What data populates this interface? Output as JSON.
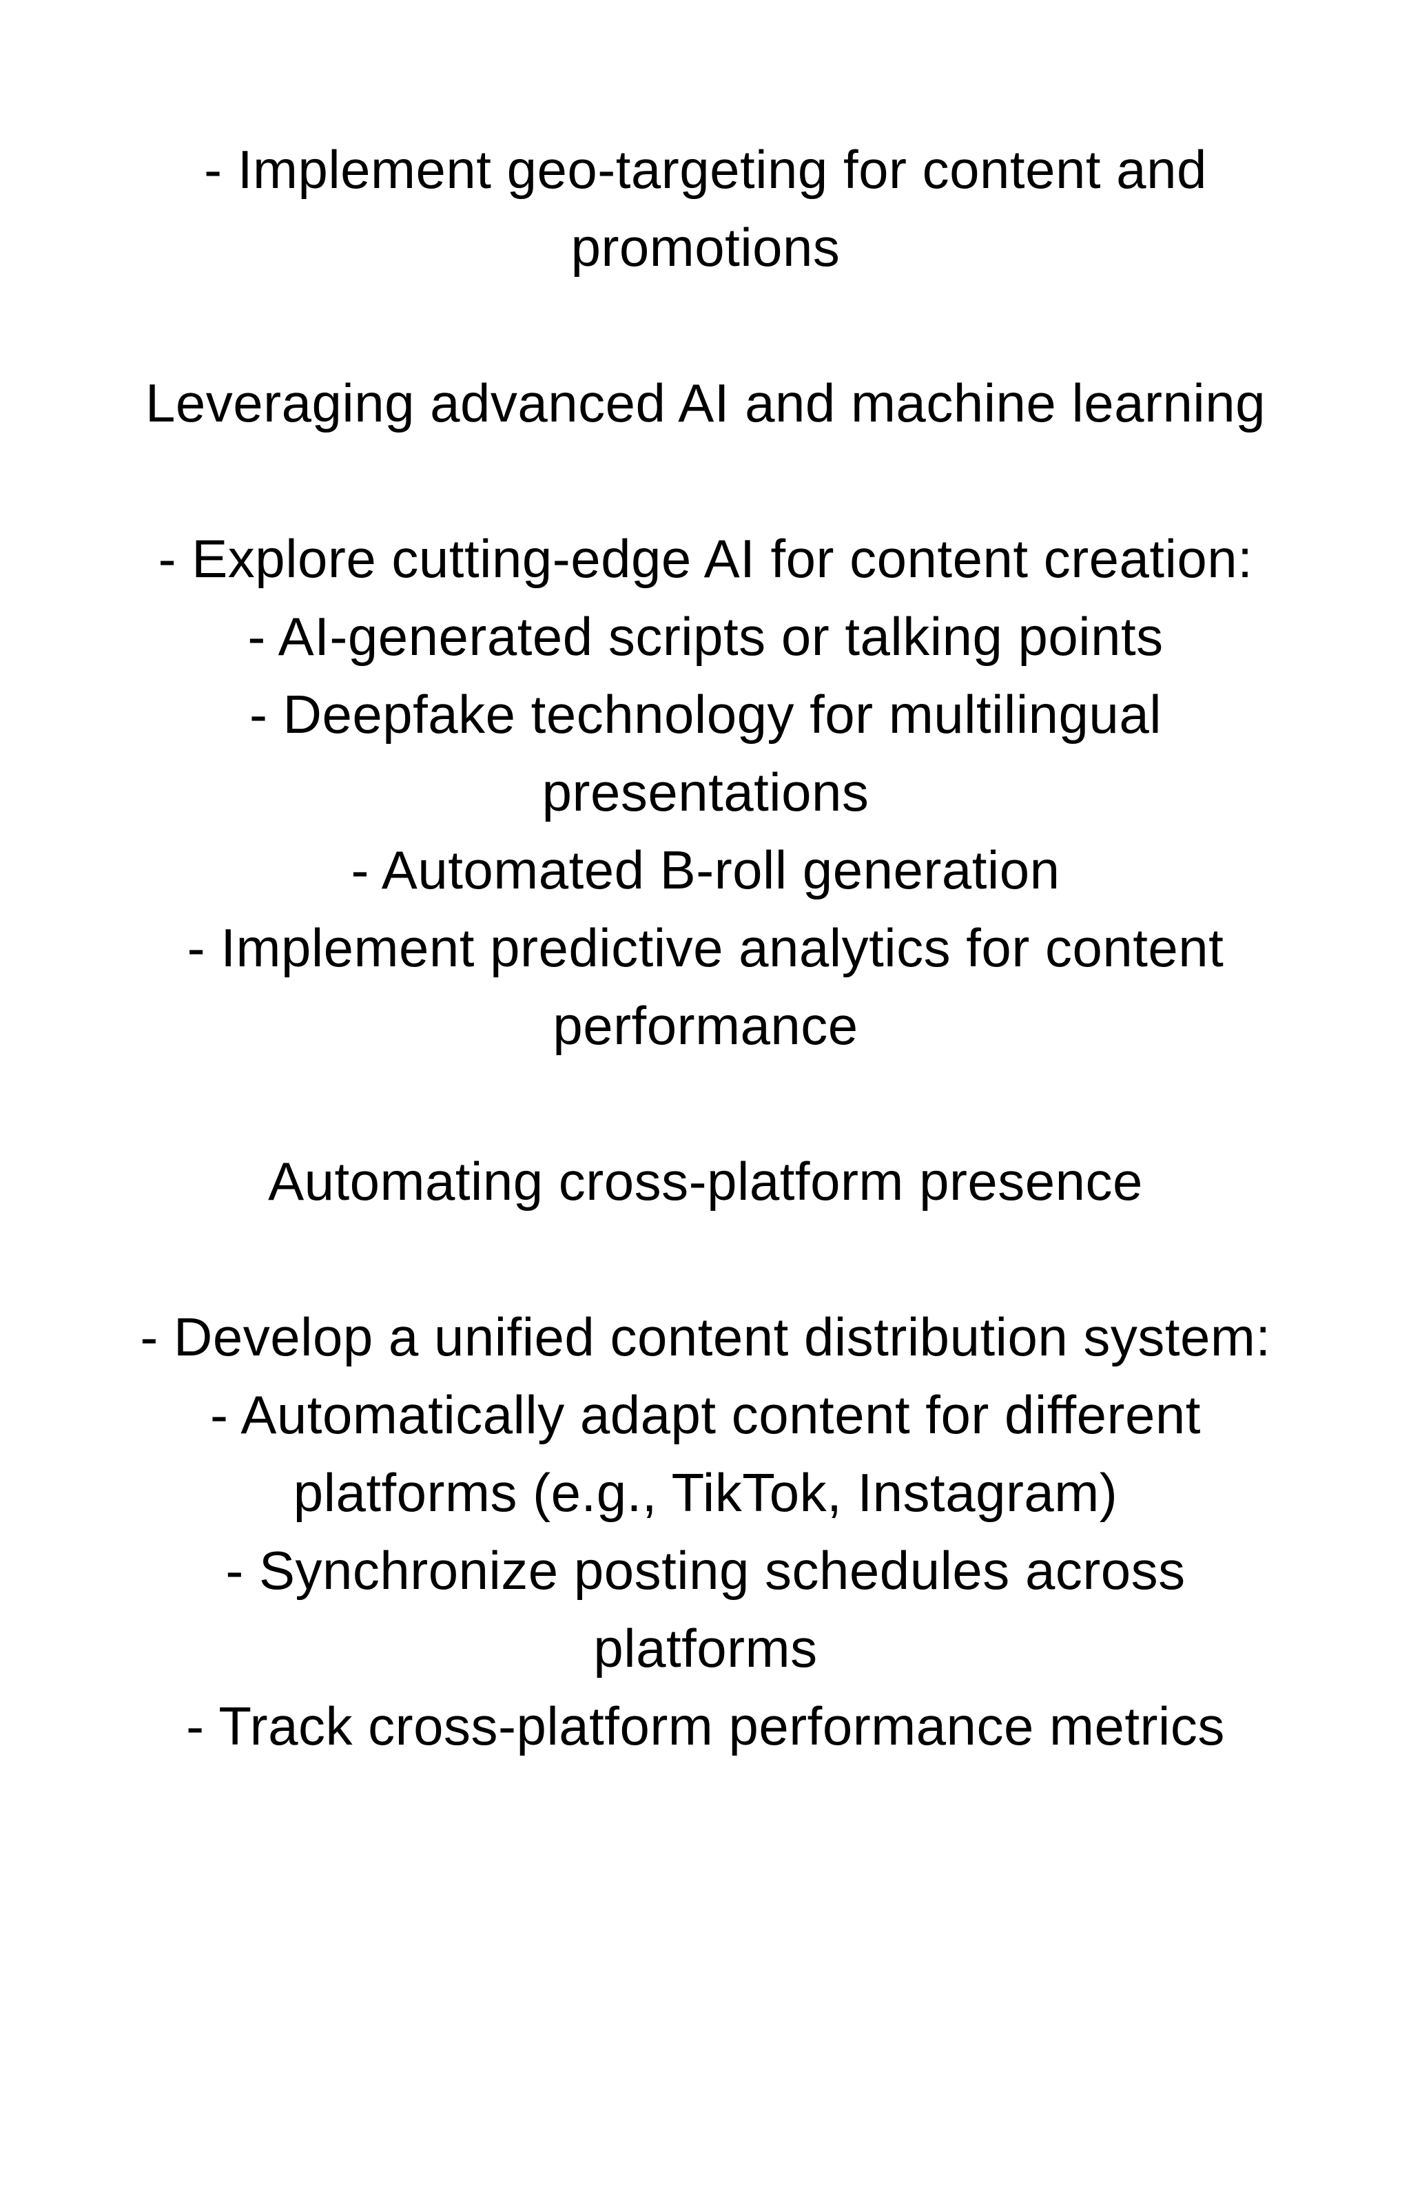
{
  "colors": {
    "background": "#ffffff",
    "text": "#000000"
  },
  "doc": {
    "lines": [
      "- Implement geo-targeting for content and",
      "promotions",
      "",
      "Leveraging advanced AI and machine learning",
      "",
      "- Explore cutting-edge AI for content creation:",
      "- AI-generated scripts or talking points",
      "- Deepfake technology for multilingual",
      "presentations",
      "- Automated B-roll generation",
      "- Implement predictive analytics for content",
      "performance",
      "",
      "Automating cross-platform presence",
      "",
      "- Develop a unified content distribution system:",
      "- Automatically adapt content for different",
      "platforms (e.g., TikTok, Instagram)",
      "- Synchronize posting schedules across",
      "platforms",
      "- Track cross-platform performance metrics"
    ]
  }
}
